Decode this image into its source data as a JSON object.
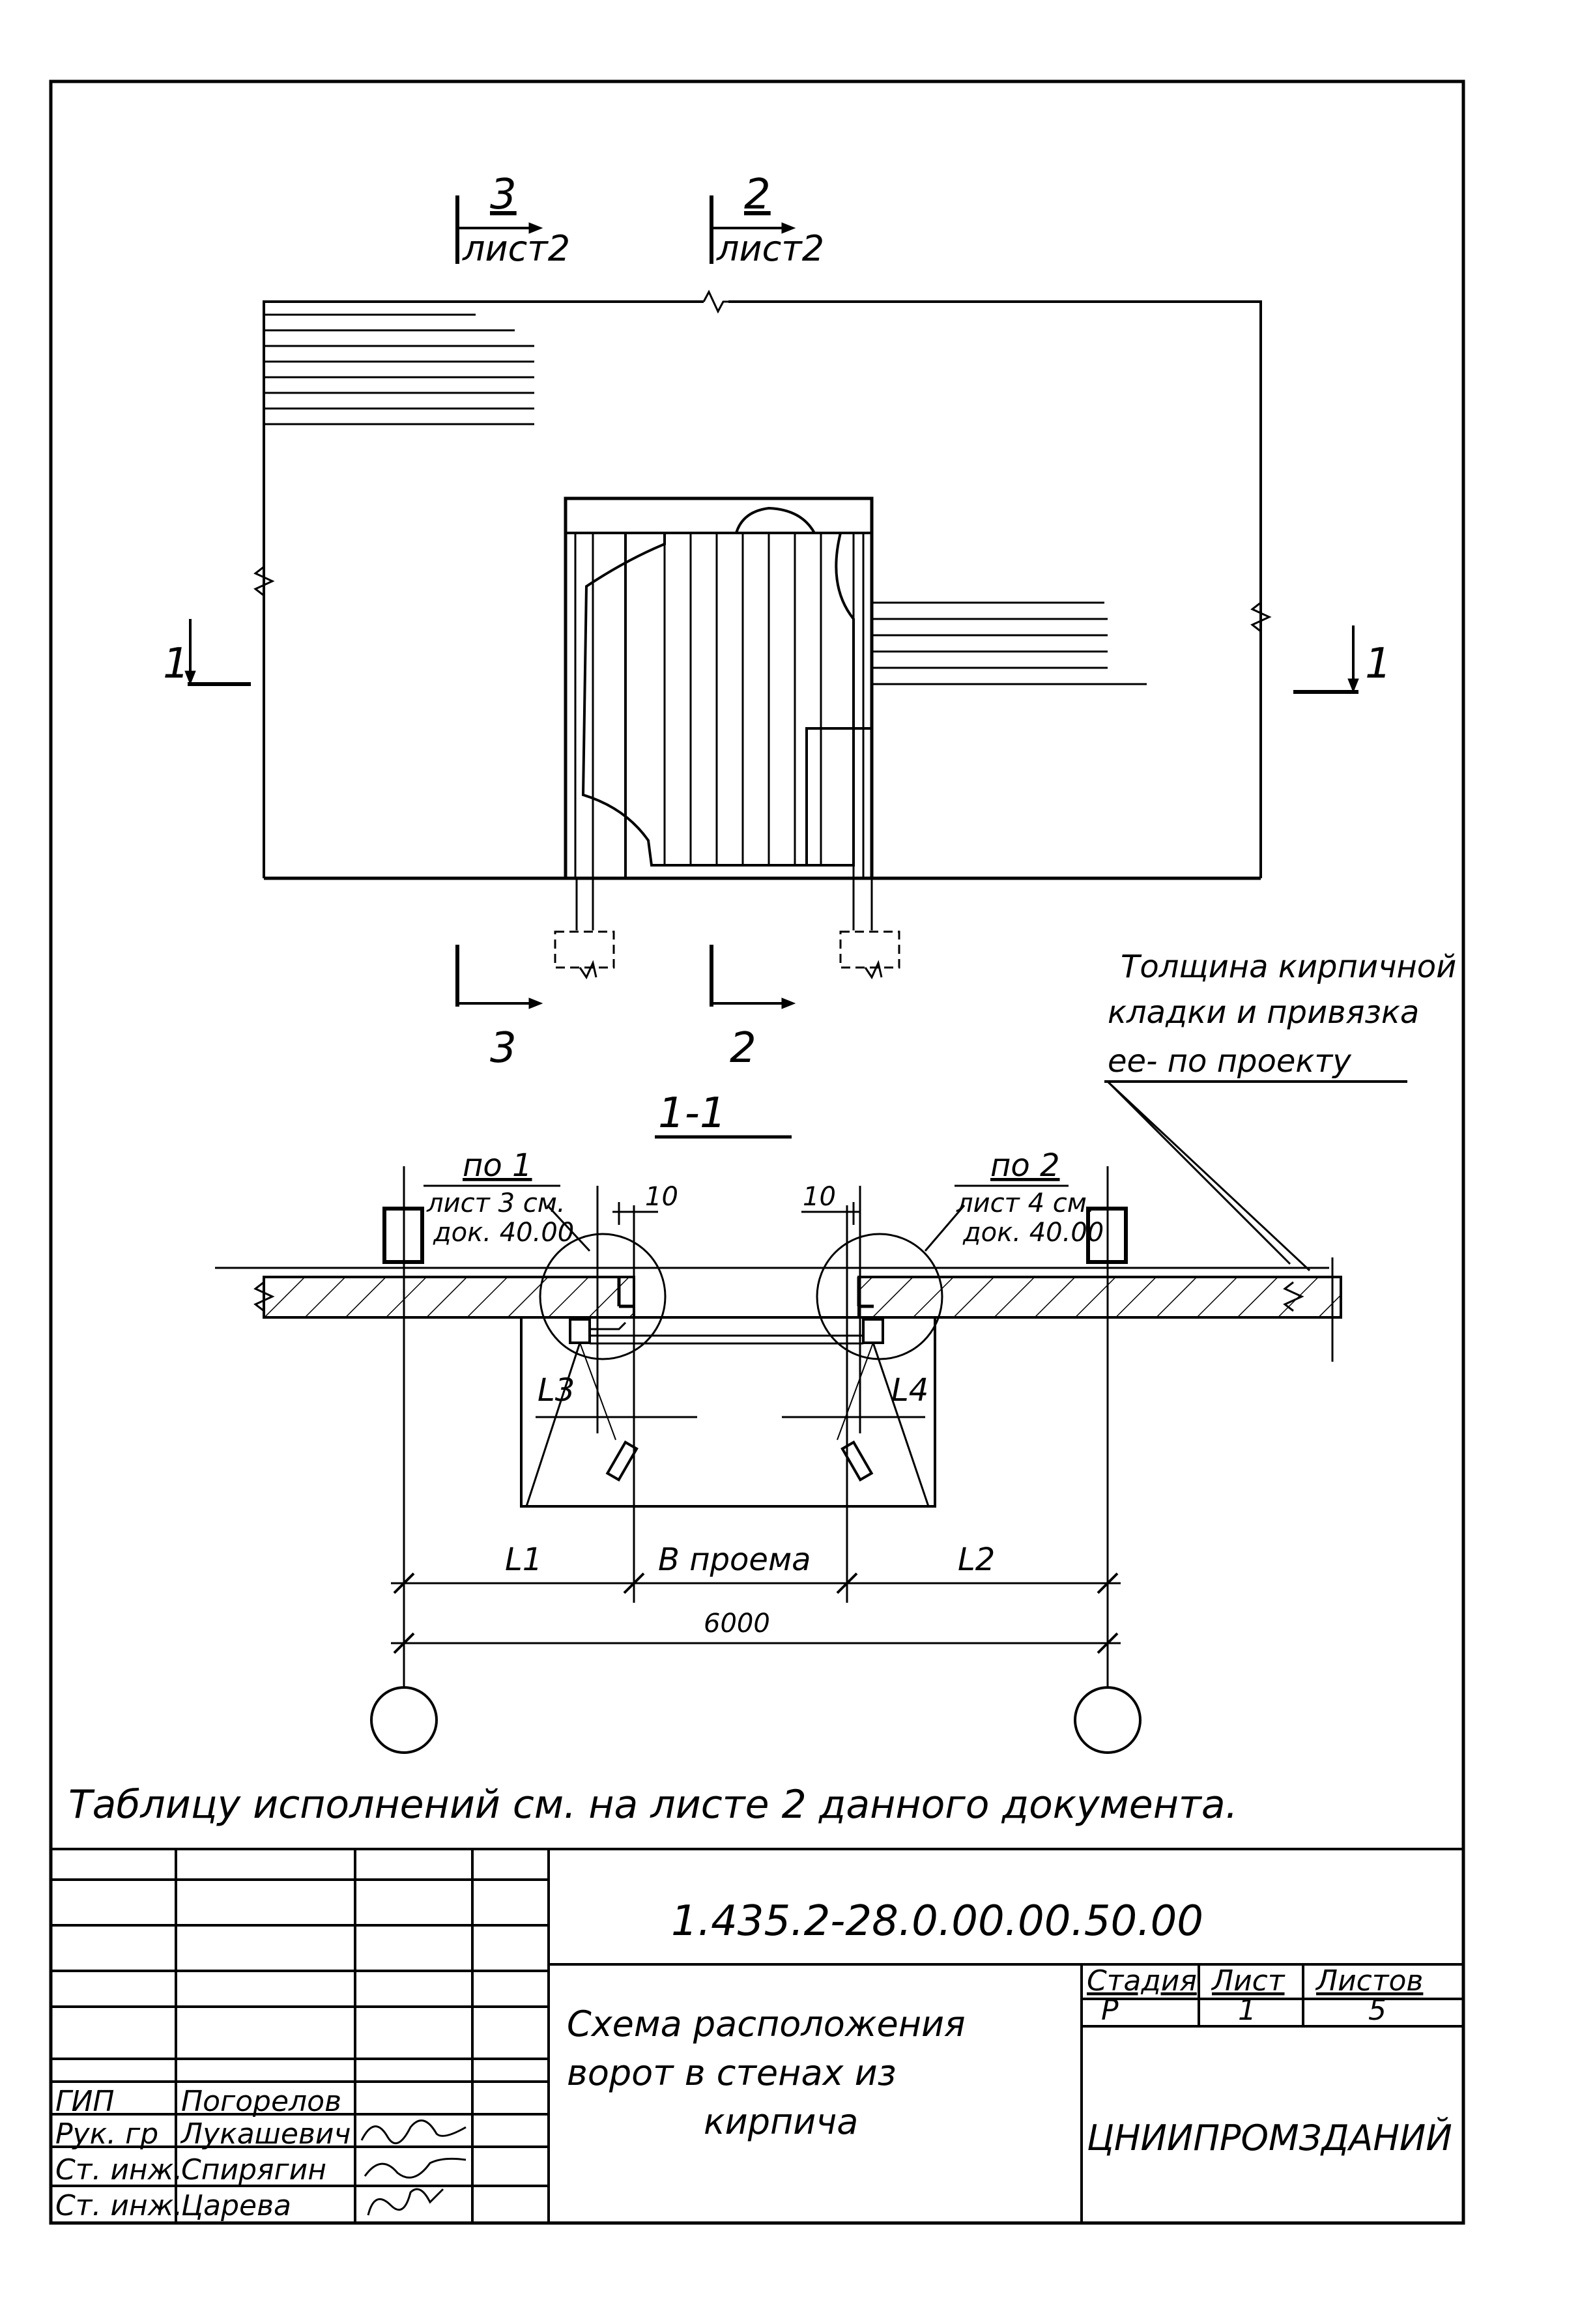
{
  "view_markers": {
    "top_left": {
      "number": "3",
      "sheet": "лист2"
    },
    "top_mid": {
      "number": "2",
      "sheet": "лист2"
    },
    "section_left": "1",
    "section_right": "1",
    "bottom_left": "3",
    "bottom_mid": "2"
  },
  "section_title": "1-1",
  "masonry_note": {
    "line1": "Толщина кирпичной",
    "line2": "кладки и привязка",
    "line3": "ее- по проекту"
  },
  "callouts": {
    "left": {
      "line1": "по 1",
      "line2": "лист 3 см.",
      "line3": "док. 40.00"
    },
    "right": {
      "line1": "по 2",
      "line2": "лист 4 см.",
      "line3": "док. 40.00"
    }
  },
  "dimensions": {
    "gap_left": "10",
    "gap_right": "10",
    "l3": "L3",
    "l4": "L4",
    "l1": "L1",
    "opening": "В проема",
    "l2": "L2",
    "total": "6000"
  },
  "table_note": "Таблицу исполнений см. на листе 2 данного документа.",
  "title_block": {
    "code": "1.435.2-28.0.00.00.50.00",
    "name_line1": "Схема расположения",
    "name_line2": "ворот в стенах из",
    "name_line3": "кирпича",
    "headers": {
      "stage": "Стадия",
      "sheet": "Лист",
      "sheets": "Листов"
    },
    "values": {
      "stage": "Р",
      "sheet": "1",
      "sheets": "5"
    },
    "org": "ЦНИИПРОМЗДАНИЙ",
    "staff": [
      {
        "role": "ГИП",
        "name": "Погорелов"
      },
      {
        "role": "Рук. гр",
        "name": "Лукашевич"
      },
      {
        "role": "Ст. инж.",
        "name": "Спирягин"
      },
      {
        "role": "Ст. инж.",
        "name": "Царева"
      }
    ]
  }
}
